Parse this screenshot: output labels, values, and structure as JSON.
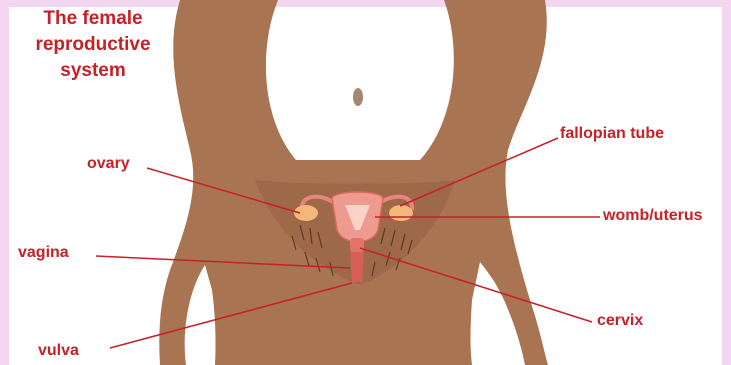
{
  "title": [
    "The female",
    "reproductive",
    "system"
  ],
  "labels": {
    "ovary": "ovary",
    "vagina": "vagina",
    "vulva": "vulva",
    "fallopian_tube": "fallopian tube",
    "womb_uterus": "womb/uterus",
    "cervix": "cervix"
  },
  "colors": {
    "label_red": "#c82027",
    "skin": "#a97451",
    "border": "#f3d6f0",
    "organ": "#e8867d"
  }
}
